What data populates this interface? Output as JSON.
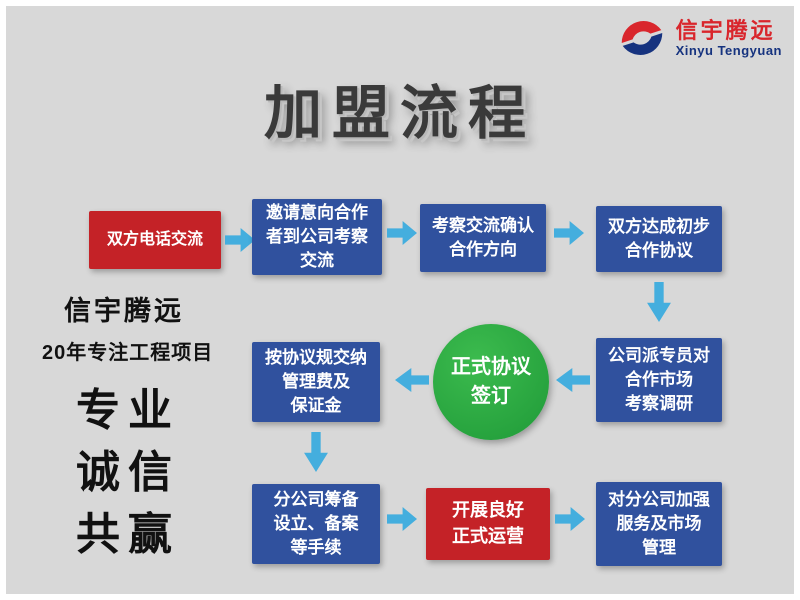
{
  "page": {
    "background": "#d8d8d8"
  },
  "logo": {
    "name_cn": "信宇腾远",
    "name_en": "Xinyu Tengyuan",
    "red": "#d9262c",
    "blue": "#16337f"
  },
  "title": "加盟流程",
  "left_panel": {
    "brand": "信宇腾远",
    "subtitle": "20年专注工程项目",
    "values": [
      "专业",
      "诚信",
      "共赢"
    ]
  },
  "flow": {
    "arrow_color": "#44aede",
    "colors": {
      "blue": "#30519e",
      "red": "#c42227",
      "green": "#27a23c"
    },
    "steps": [
      {
        "label": "双方电话交流",
        "style": "red"
      },
      {
        "label": "邀请意向合作\n者到公司考察\n交流",
        "style": "blue"
      },
      {
        "label": "考察交流确认\n合作方向",
        "style": "blue"
      },
      {
        "label": "双方达成初步\n合作协议",
        "style": "blue"
      },
      {
        "label": "公司派专员对\n合作市场\n考察调研",
        "style": "blue"
      },
      {
        "label": "正式协议\n签订",
        "style": "green-circle"
      },
      {
        "label": "按协议规交纳\n管理费及\n保证金",
        "style": "blue"
      },
      {
        "label": "分公司筹备\n设立、备案\n等手续",
        "style": "blue"
      },
      {
        "label": "开展良好\n正式运营",
        "style": "red"
      },
      {
        "label": "对分公司加强\n服务及市场\n管理",
        "style": "blue"
      }
    ]
  }
}
